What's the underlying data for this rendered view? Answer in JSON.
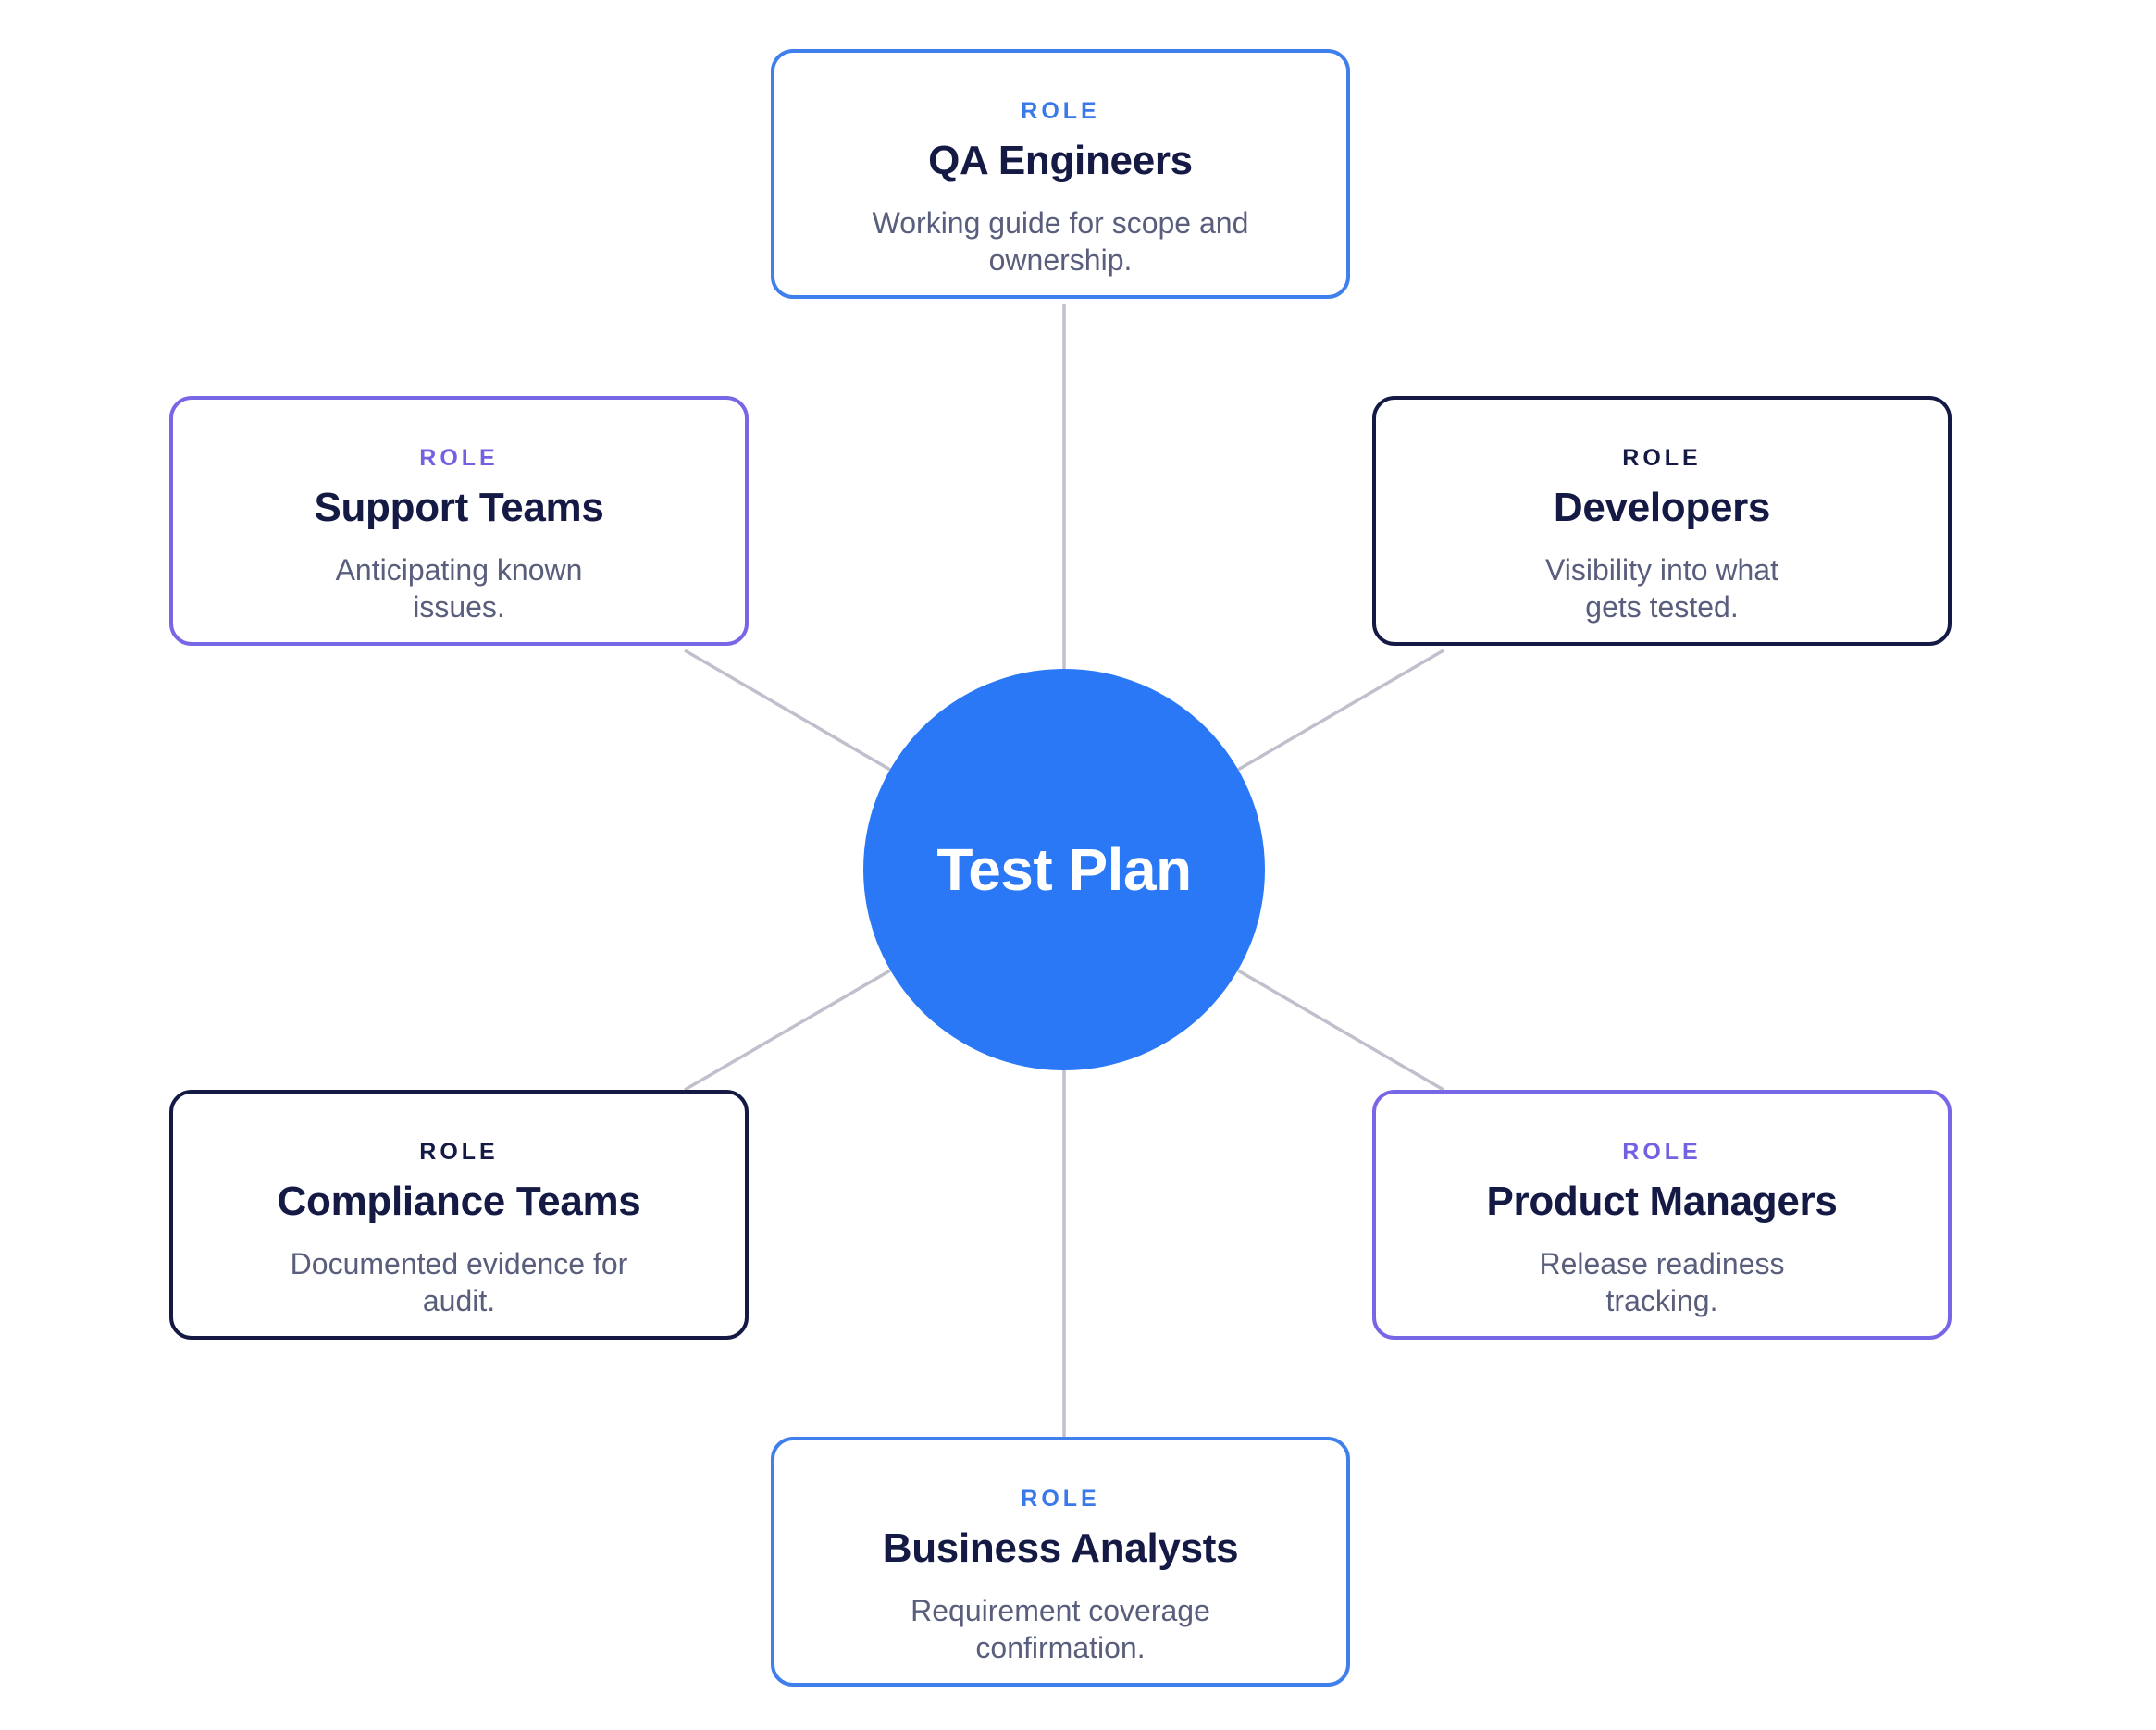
{
  "hub": {
    "label": "Test Plan",
    "color": "#2b78f7"
  },
  "roles": [
    {
      "tag": "ROLE",
      "title": "QA Engineers",
      "description": "Working guide for scope and ownership.",
      "accent": "#3f80ec"
    },
    {
      "tag": "ROLE",
      "title": "Support Teams",
      "description": "Anticipating known issues.",
      "accent": "#7767e6"
    },
    {
      "tag": "ROLE",
      "title": "Developers",
      "description": "Visibility into what gets tested.",
      "accent": "#141a44"
    },
    {
      "tag": "ROLE",
      "title": "Compliance Teams",
      "description": "Documented evidence for audit.",
      "accent": "#141a44"
    },
    {
      "tag": "ROLE",
      "title": "Product Managers",
      "description": "Release readiness tracking.",
      "accent": "#7767e6"
    },
    {
      "tag": "ROLE",
      "title": "Business Analysts",
      "description": "Requirement coverage confirmation.",
      "accent": "#3f80ec"
    }
  ]
}
